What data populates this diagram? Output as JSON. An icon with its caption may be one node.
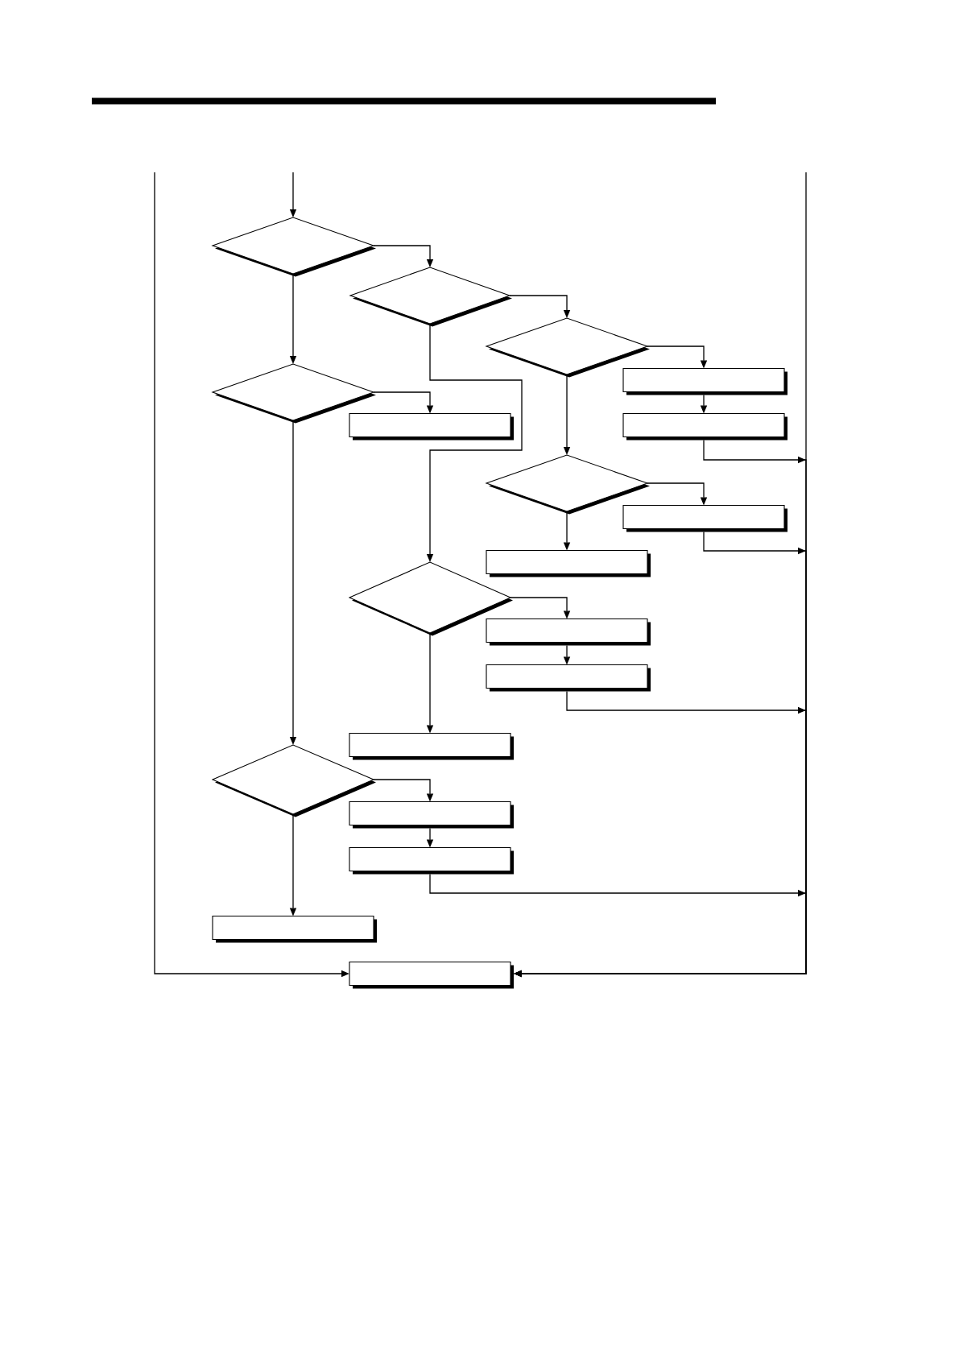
{
  "diagram": {
    "nodes": [
      {
        "text": [],
        "shape": "diamond"
      },
      {
        "text": [],
        "shape": "diamond"
      },
      {
        "text": [],
        "shape": "diamond"
      },
      {
        "text": [],
        "shape": "diamond"
      },
      {
        "text": [],
        "shape": "box"
      },
      {
        "text": [],
        "shape": "box"
      },
      {
        "text": [],
        "shape": "box"
      },
      {
        "text": [],
        "shape": "diamond"
      },
      {
        "text": [],
        "shape": "box"
      },
      {
        "text": [],
        "shape": "box"
      },
      {
        "text": [],
        "shape": "diamond"
      },
      {
        "text": [],
        "shape": "box"
      },
      {
        "text": [],
        "shape": "box"
      },
      {
        "text": [],
        "shape": "box"
      },
      {
        "text": [],
        "shape": "diamond"
      },
      {
        "text": [],
        "shape": "box"
      },
      {
        "text": [],
        "shape": "box"
      },
      {
        "text": [],
        "shape": "box"
      },
      {
        "text": [],
        "shape": "box"
      }
    ],
    "edges": [
      {
        "from": null,
        "to": 0,
        "arrow": "to"
      },
      {
        "from": 0,
        "to": 1,
        "arrow": "to"
      },
      {
        "from": 0,
        "to": 3,
        "arrow": "to"
      },
      {
        "from": 1,
        "to": 2,
        "arrow": "to"
      },
      {
        "from": 1,
        "to": 10,
        "arrow": "to"
      },
      {
        "from": 2,
        "to": 4,
        "arrow": "to"
      },
      {
        "from": 2,
        "to": 7,
        "arrow": "to"
      },
      {
        "from": 3,
        "to": 5,
        "arrow": "to"
      },
      {
        "from": 3,
        "to": 14,
        "arrow": "to"
      },
      {
        "from": 4,
        "to": 6,
        "arrow": "to"
      },
      {
        "from": 6,
        "to": 18,
        "arrow": "to"
      },
      {
        "from": 7,
        "to": 8,
        "arrow": "to"
      },
      {
        "from": 7,
        "to": 9,
        "arrow": "to"
      },
      {
        "from": 8,
        "to": 18,
        "arrow": "to"
      },
      {
        "from": 10,
        "to": 11,
        "arrow": "to"
      },
      {
        "from": 10,
        "to": 13,
        "arrow": "to"
      },
      {
        "from": 11,
        "to": 12,
        "arrow": "to"
      },
      {
        "from": 12,
        "to": 18,
        "arrow": "to"
      },
      {
        "from": 14,
        "to": 15,
        "arrow": "to"
      },
      {
        "from": 14,
        "to": 17,
        "arrow": "to"
      },
      {
        "from": 15,
        "to": 16,
        "arrow": "to"
      },
      {
        "from": 16,
        "to": 18,
        "arrow": "to"
      },
      {
        "from": null,
        "to": 18,
        "arrow": "to"
      },
      {
        "from": null,
        "to": 18,
        "arrow": "to"
      }
    ]
  }
}
